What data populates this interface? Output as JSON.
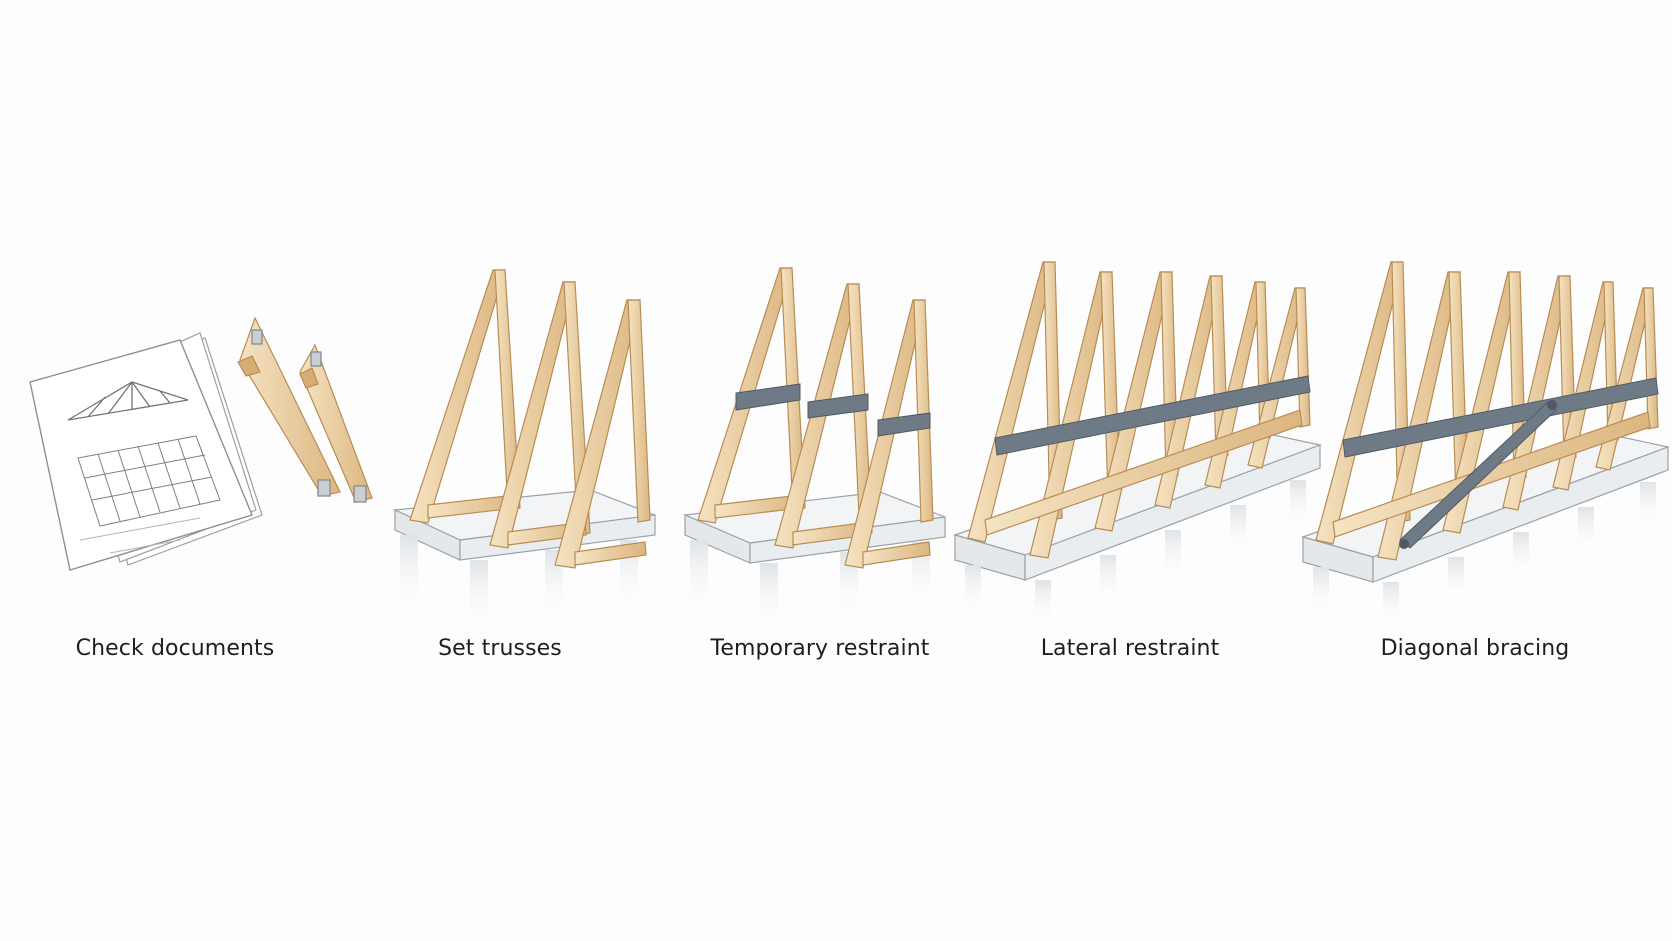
{
  "steps": [
    {
      "label": "Check documents"
    },
    {
      "label": "Set trusses"
    },
    {
      "label": "Temporary restraint"
    },
    {
      "label": "Lateral restraint"
    },
    {
      "label": "Diagonal bracing"
    }
  ],
  "colors": {
    "wood_light": "#f1dcb4",
    "wood_mid": "#e2c08e",
    "wood_dark": "#c89a60",
    "steel": "#6e7b86",
    "steel_dark": "#4f5a64",
    "wall": "#eceff1",
    "wall_edge": "#9aa3aa",
    "paper": "#ffffff",
    "line": "#7d858c"
  }
}
